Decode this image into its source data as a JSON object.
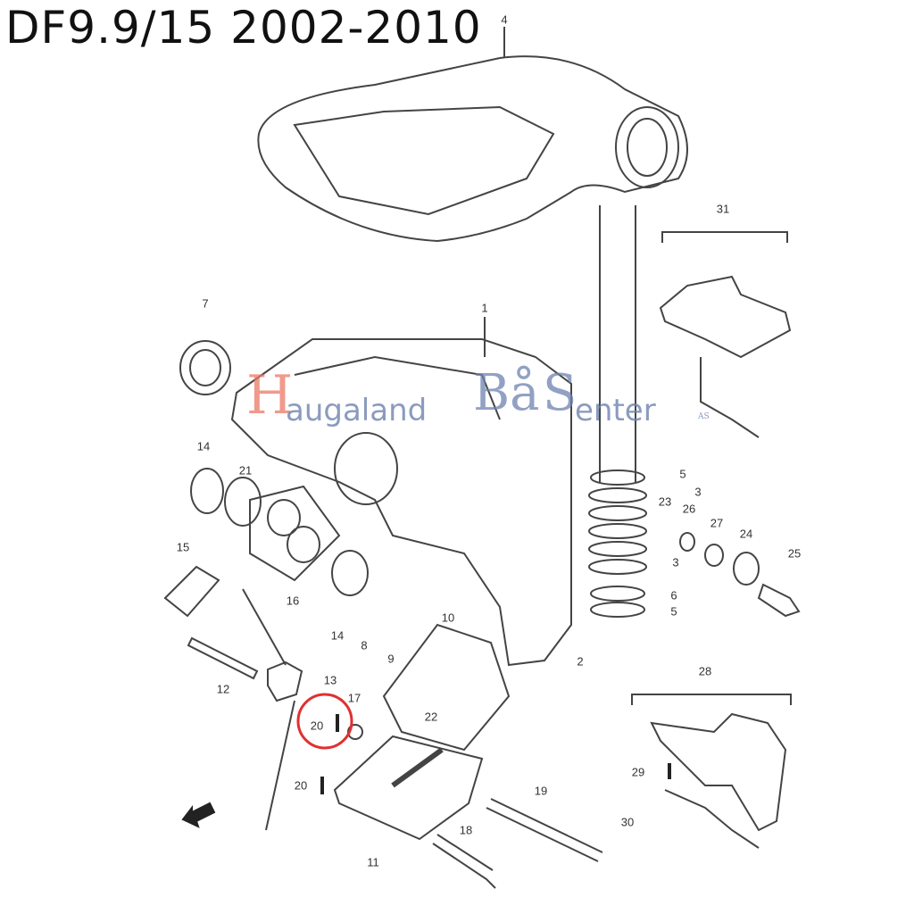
{
  "title": "DF9.9/15 2002-2010",
  "watermark": {
    "initial_h": "H",
    "rest1": "augaland",
    "word2": "Bå",
    "initial_s": "S",
    "rest2": "enter",
    "suffix": "AS"
  },
  "labels": [
    "4",
    "31",
    "7",
    "1",
    "14",
    "21",
    "5",
    "3",
    "23",
    "26",
    "27",
    "24",
    "25",
    "3",
    "15",
    "16",
    "6",
    "5",
    "14",
    "10",
    "8",
    "9",
    "2",
    "12",
    "13",
    "28",
    "17",
    "20",
    "22",
    "20",
    "29",
    "19",
    "30",
    "18",
    "11"
  ],
  "highlight_color": "#e03030"
}
